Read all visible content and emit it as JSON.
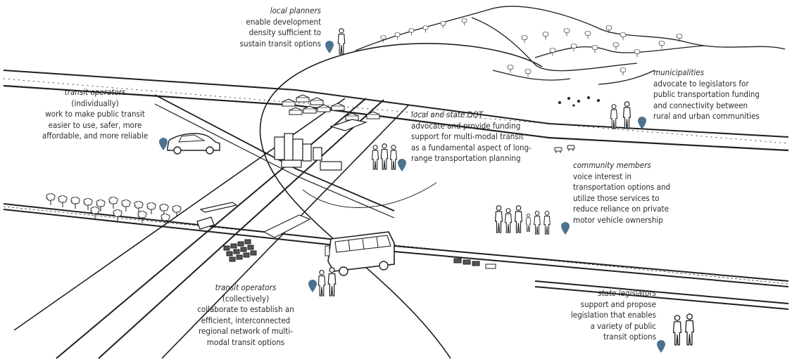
{
  "colors": {
    "line": "#1f1f1f",
    "pin": "#4b7390",
    "text": "#2b2b2b",
    "tree": "#3a3a3a"
  },
  "labels": {
    "local_planners": {
      "role": "local planners",
      "desc": "enable development\ndensity sufficient to\nsustain transit options"
    },
    "transit_operators_individual": {
      "role": "transit operators",
      "desc": "(individually)\nwork to make public transit\neasier to use, safer, more\naffordable, and more reliable"
    },
    "municipalities": {
      "role": "municipalities",
      "desc": "advocate to legislators for\npublic transportation funding\nand connectivity between\nrural and urban communities"
    },
    "local_state_dot": {
      "role": "local and state DOT",
      "desc": "advocate and provide funding\nsupport for multi-modal transit\nas a fundamental aspect of long-\nrange transportation planning"
    },
    "community_members": {
      "role": "community members",
      "desc": "voice interest in\ntransportation options and\nutilize those services to\nreduce reliance on private\nmotor vehicle ownership"
    },
    "transit_operators_collective": {
      "role": "transit operators",
      "desc": "(collectively)\ncollaborate to establish an\nefficient, interconnected\nregional network of multi-\nmodal transit options"
    },
    "state_legislators": {
      "role": "state legislators",
      "desc": "support and propose\nlegislation that enables\na variety of public\ntransit options"
    }
  },
  "icons": [
    "location-pin-icon",
    "person-icon",
    "car-icon",
    "bus-icon",
    "tree-icon",
    "house-icon",
    "building-icon",
    "cow-icon"
  ]
}
